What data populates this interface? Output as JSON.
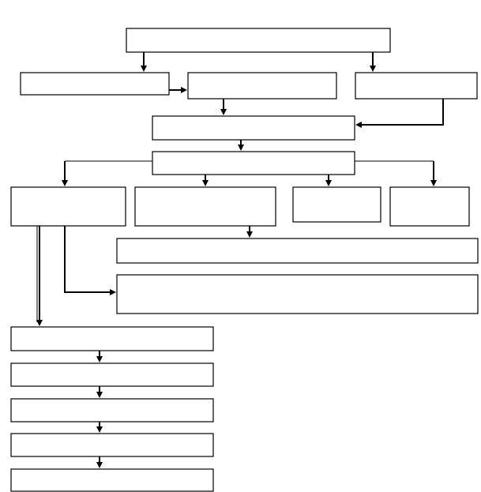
{
  "diagram": {
    "boxes": [
      {
        "id": "top",
        "label": ""
      },
      {
        "id": "row2-left",
        "label": ""
      },
      {
        "id": "row2-middle",
        "label": ""
      },
      {
        "id": "row2-right",
        "label": ""
      },
      {
        "id": "merge",
        "label": ""
      },
      {
        "id": "hub",
        "label": ""
      },
      {
        "id": "branch-1",
        "label": ""
      },
      {
        "id": "branch-2",
        "label": ""
      },
      {
        "id": "branch-3",
        "label": ""
      },
      {
        "id": "branch-4",
        "label": ""
      },
      {
        "id": "wide-1",
        "label": ""
      },
      {
        "id": "wide-2",
        "label": ""
      },
      {
        "id": "chain-1",
        "label": ""
      },
      {
        "id": "chain-2",
        "label": ""
      },
      {
        "id": "chain-3",
        "label": ""
      },
      {
        "id": "chain-4",
        "label": ""
      },
      {
        "id": "chain-5",
        "label": ""
      }
    ],
    "colors": {
      "stroke": "#000000",
      "fill": "#ffffff"
    }
  }
}
